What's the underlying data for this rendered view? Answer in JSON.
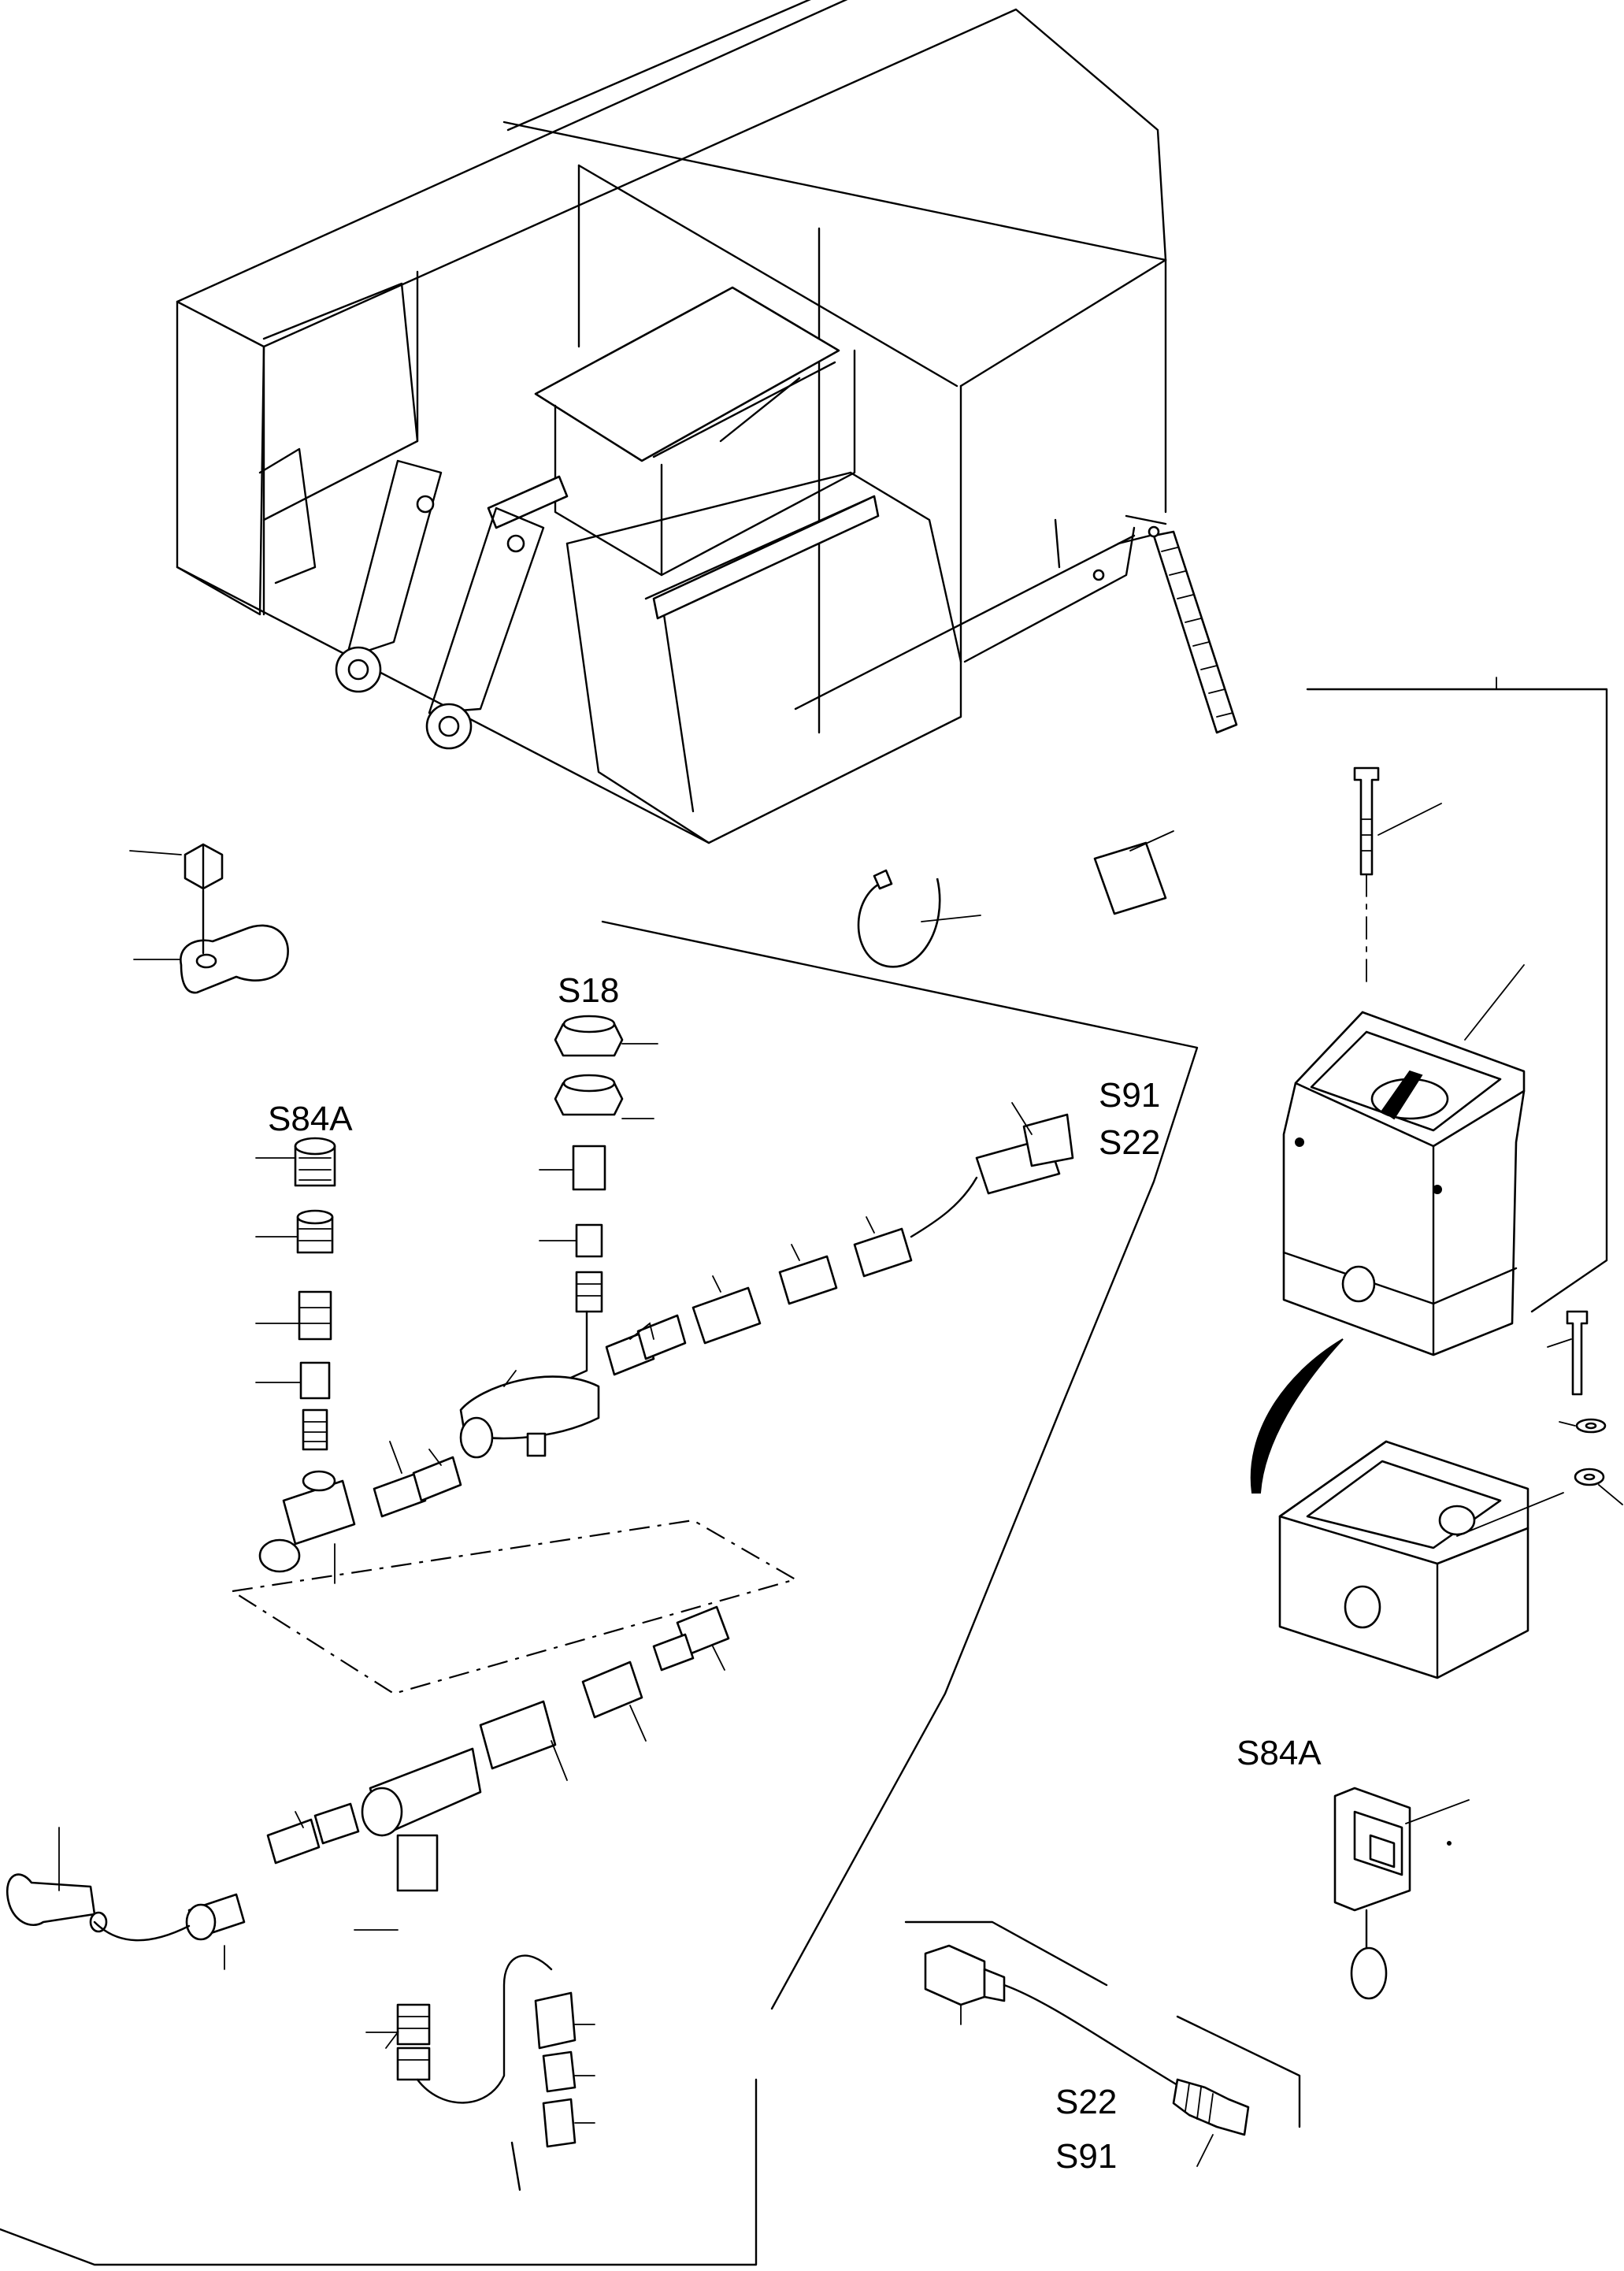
{
  "colors": {
    "ink": "#000000",
    "background": "#ffffff"
  },
  "labels": {
    "s18": "S18",
    "s84a_left": "S84A",
    "s91_top": "S91",
    "s22_top": "S22",
    "s84a_right": "S84A",
    "s22_bottom": "S22",
    "s91_bottom": "S91"
  }
}
